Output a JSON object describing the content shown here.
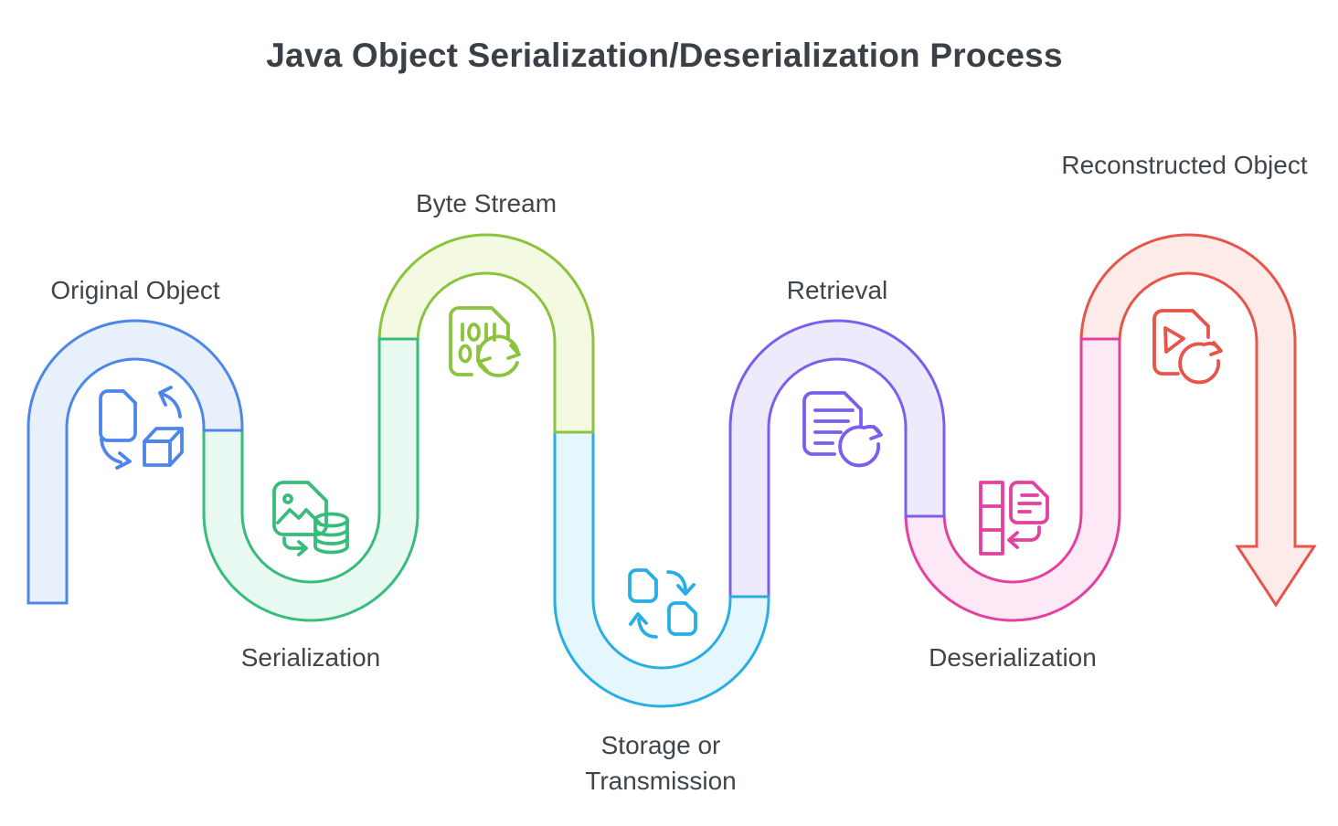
{
  "title": "Java Object Serialization/Deserialization Process",
  "colors": {
    "background": "#ffffff",
    "title_text": "#3b4046",
    "label_text": "#3f454a"
  },
  "stages": [
    {
      "label": "Original Object",
      "icon": "object-to-document-icon",
      "stroke": "#4d86eb",
      "fill": "#e8f0fb",
      "label_position": "above"
    },
    {
      "label": "Serialization",
      "icon": "image-file-to-database-icon",
      "stroke": "#38bc7c",
      "fill": "#e7f9f0",
      "label_position": "below"
    },
    {
      "label": "Byte Stream",
      "icon": "binary-file-sync-icon",
      "stroke": "#8cc33c",
      "fill": "#f4fae2",
      "label_position": "above"
    },
    {
      "label": "Storage or Transmission",
      "icon": "documents-cycle-icon",
      "stroke": "#29aee3",
      "fill": "#e6f6fd",
      "label_position": "below"
    },
    {
      "label": "Retrieval",
      "icon": "document-refresh-icon",
      "stroke": "#7b5ef0",
      "fill": "#edebfb",
      "label_position": "above"
    },
    {
      "label": "Deserialization",
      "icon": "table-to-document-icon",
      "stroke": "#e4409f",
      "fill": "#fce9f5",
      "label_position": "below"
    },
    {
      "label": "Reconstructed Object",
      "icon": "document-play-refresh-icon",
      "stroke": "#e8544a",
      "fill": "#fcebe9",
      "label_position": "above"
    }
  ]
}
